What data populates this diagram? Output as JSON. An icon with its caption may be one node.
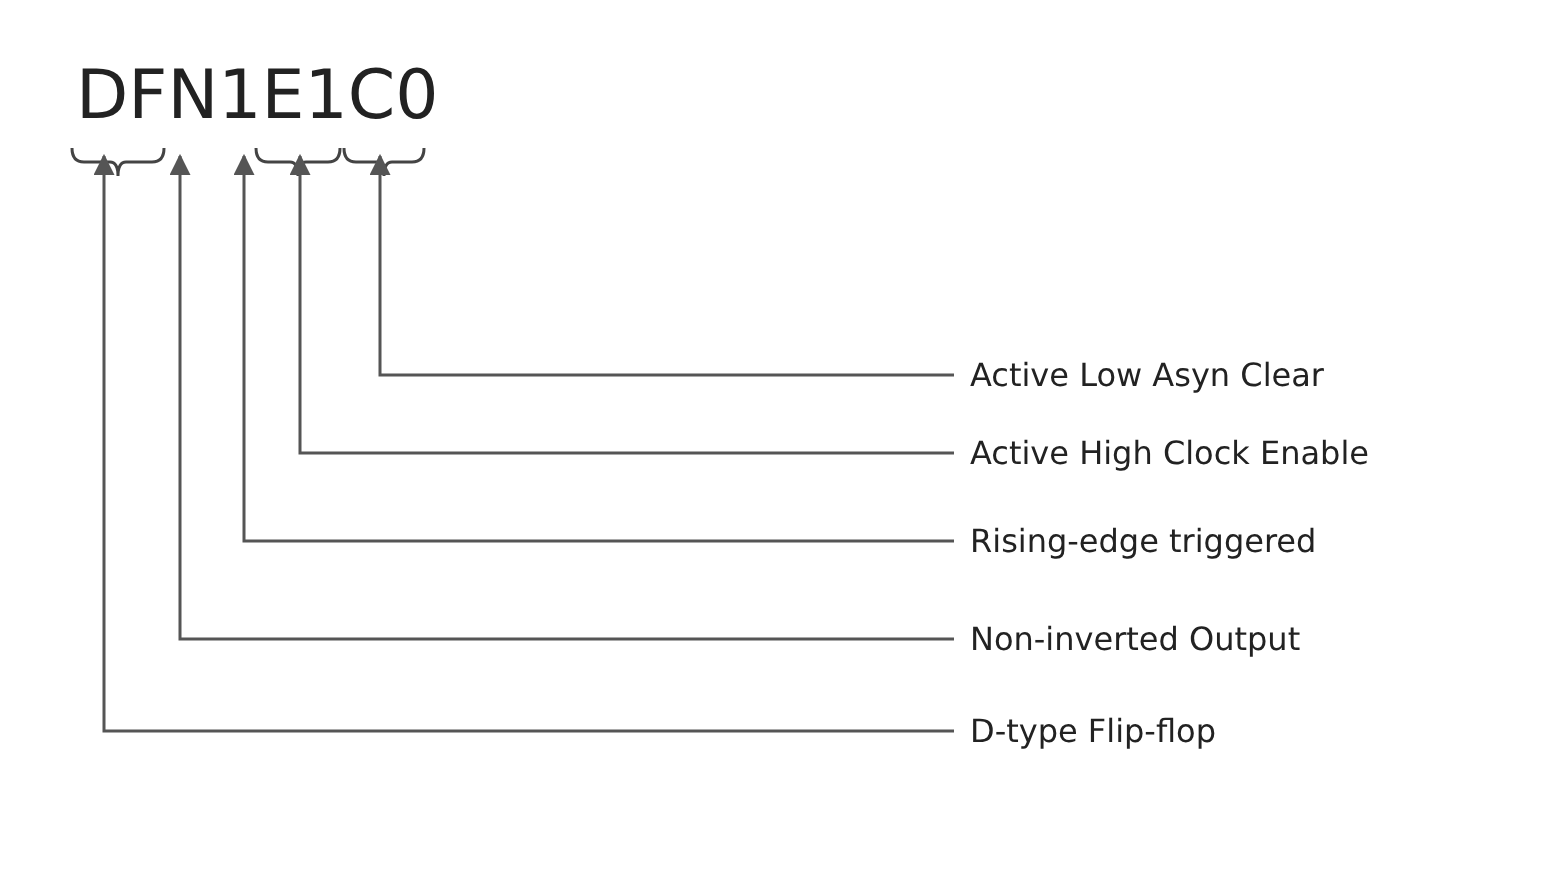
{
  "diagram": {
    "nodes": [
      {
        "text": [
          "DFN1E1C0"
        ]
      },
      {
        "text": [
          "Active Low Asyn Clear"
        ]
      },
      {
        "text": [
          "Active High Clock Enable"
        ]
      },
      {
        "text": [
          "Rising-edge triggered"
        ]
      },
      {
        "text": [
          "Non-inverted Output"
        ]
      },
      {
        "text": [
          "D-type Flip-flop"
        ]
      }
    ],
    "edges": [
      {
        "from": 1,
        "to": 0,
        "arrow": "to"
      },
      {
        "from": 2,
        "to": 0,
        "arrow": "to"
      },
      {
        "from": 3,
        "to": 0,
        "arrow": "to"
      },
      {
        "from": 4,
        "to": 0,
        "arrow": "to"
      },
      {
        "from": 5,
        "to": 0,
        "arrow": "to"
      }
    ]
  }
}
